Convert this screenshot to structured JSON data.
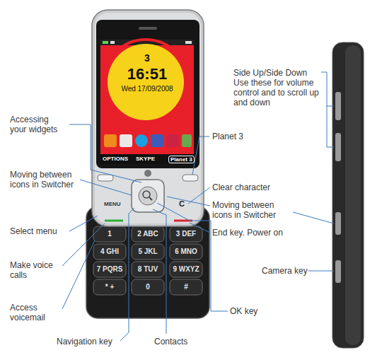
{
  "diagram": {
    "labels": [
      "Accessing your widgets",
      "Moving between icons in Switcher",
      "Select menu",
      "Make voice calls",
      "Access voicemail",
      "Navigation key",
      "Contacts",
      "Planet 3",
      "Side Up/Side Down Use these for volume control and to scroll up and down",
      "Clear character",
      "Moving between icons in Switcher",
      "End key. Power on",
      "Camera key",
      "OK key",
      "3",
      "16:51",
      "Wed 17/09/2008",
      "OPTIONS",
      "SKYPE",
      "Planet 3",
      "MENU",
      "C",
      "1",
      "2 ABC",
      "3 DEF",
      "4 GHI",
      "5 JKL",
      "6 MNO",
      "7 PQRS",
      "8 TUV",
      "9 WXYZ",
      "* +",
      "0",
      "#"
    ]
  }
}
